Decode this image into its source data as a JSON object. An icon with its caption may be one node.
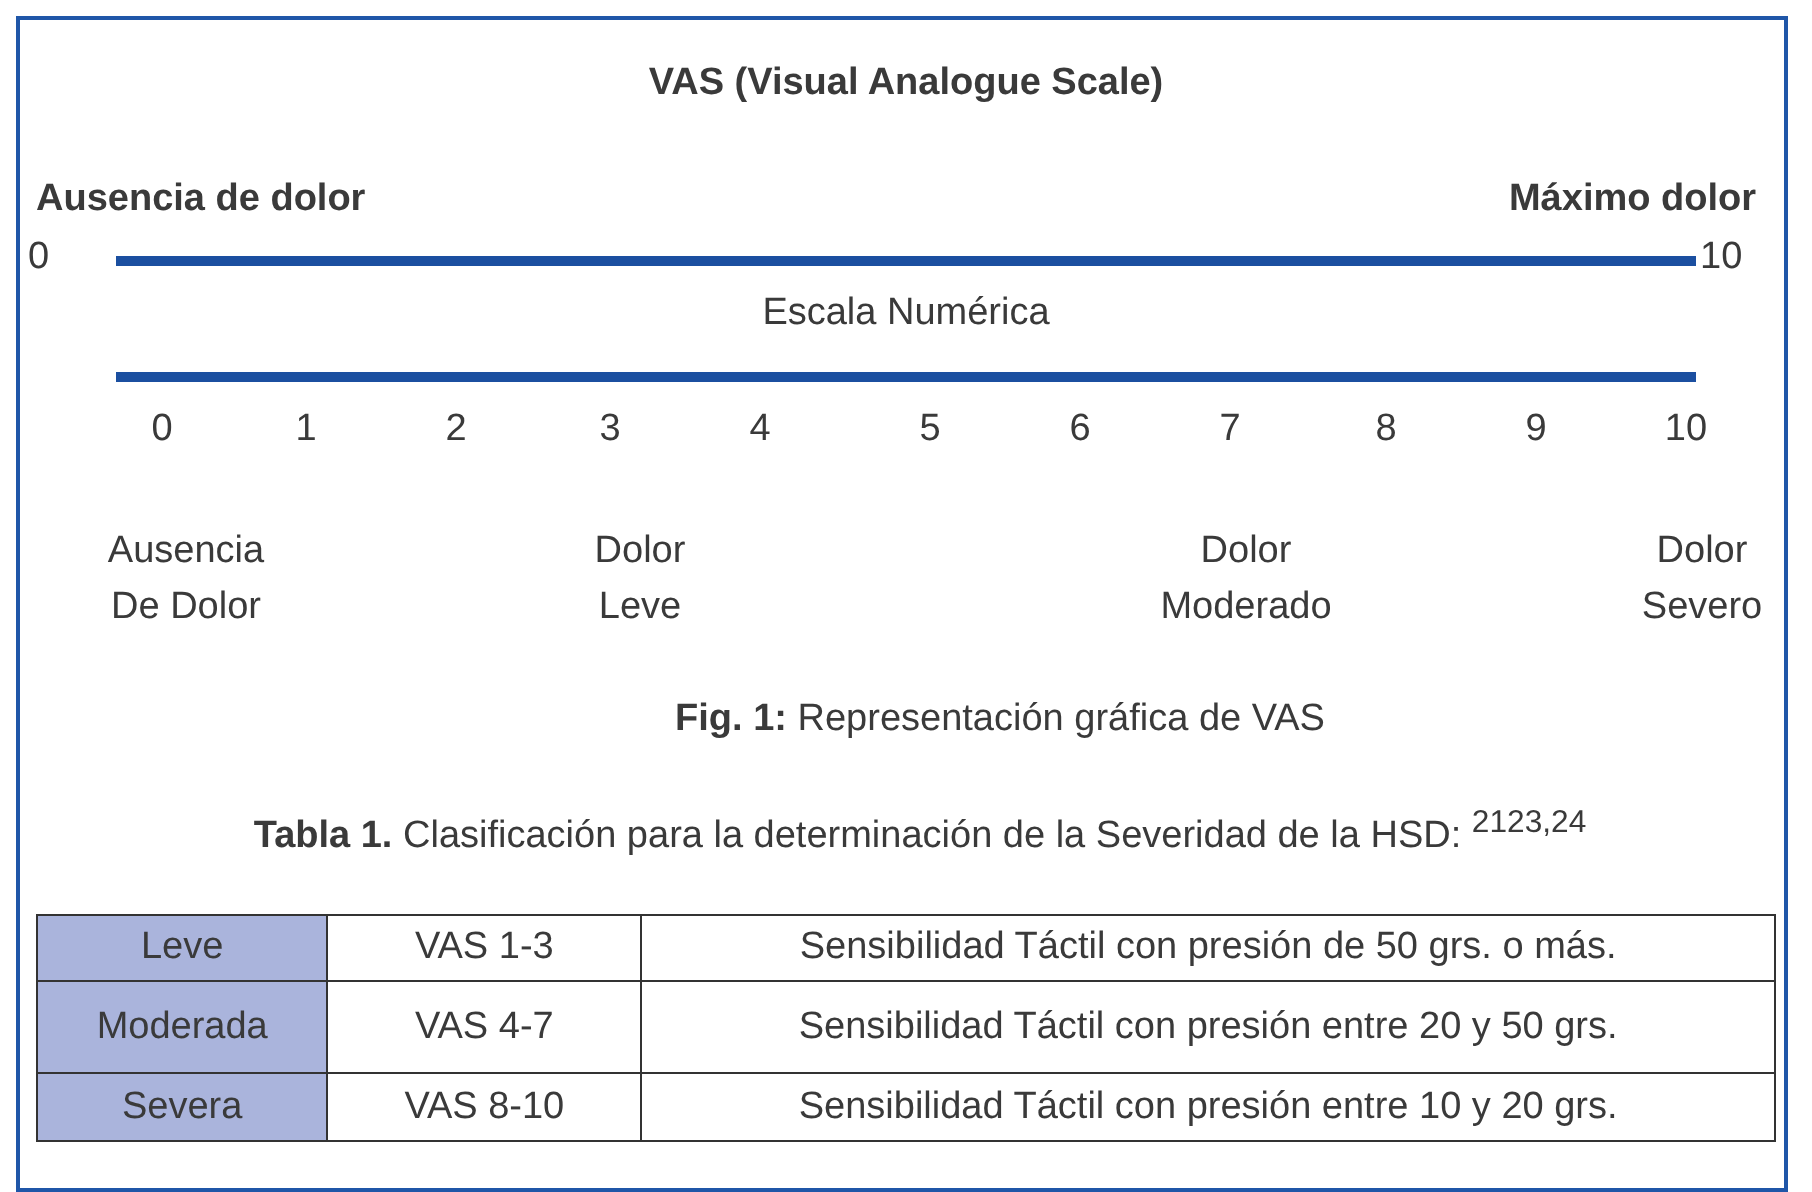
{
  "diagram": {
    "title": "VAS (Visual Analogue Scale)",
    "caption": "**Fig. 1:** Representación gráfica de VAS",
    "labels": [
      "Ausencia de dolor",
      "Máximo dolor",
      "0",
      "10",
      "Escala Numérica",
      "0",
      "1",
      "2",
      "3",
      "4",
      "5",
      "6",
      "7",
      "8",
      "9",
      "10",
      "Ausencia De Dolor",
      "Dolor Leve",
      "Dolor Moderado",
      "Dolor Severo",
      "**Tabla 1.** Clasificación para la determinación de la Severidad de la HSD: $^{2123,24}$",
      "Leve",
      "VAS 1-3",
      "Sensibilidad Táctil con presión de 50 grs. o más.",
      "Moderada",
      "VAS 4-7",
      "Sensibilidad Táctil con presión entre 20 y 50 grs.",
      "Severa",
      "VAS 8-10",
      "Sensibilidad Táctil con presión entre 10 y 20 grs."
    ]
  }
}
